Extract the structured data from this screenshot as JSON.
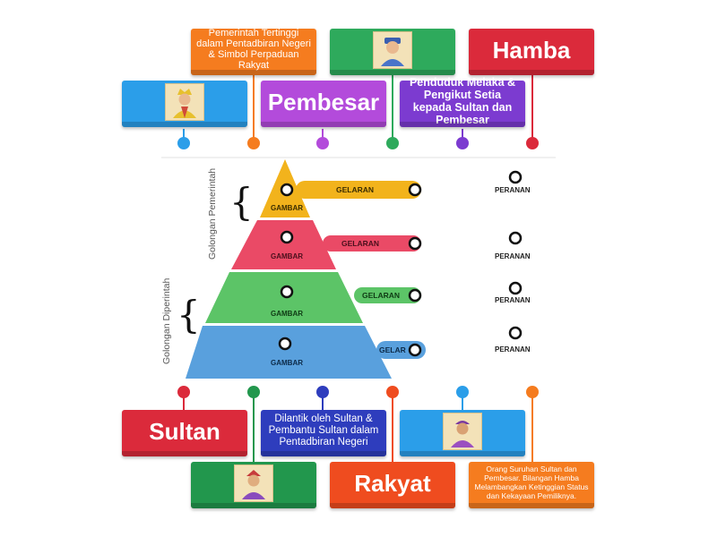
{
  "diagram": {
    "rotated_labels": {
      "golongan_pemerintah": "Golongan Pemerintah",
      "golongan_diperintah": "Golongan Diperintah"
    },
    "pyramid": {
      "gambar_label": "GAMBAR",
      "gelaran_label": "GELARAN",
      "gelaran_partial": "GELAR",
      "peranan_label": "PERANAN",
      "tier_colors": [
        "#f2b31c",
        "#ea4a66",
        "#5cc467",
        "#59a0dd"
      ]
    }
  },
  "tiles": {
    "pemerintah_tertinggi": "Pemerintah Tertinggi dalam Pentadbiran Negeri & Simbol Perpaduan Rakyat",
    "hamba": "Hamba",
    "pembesar": "Pembesar",
    "penduduk_melaka": "Penduduk Melaka & Pengikut Setia kepada Sultan dan Pembesar",
    "sultan": "Sultan",
    "dilantik": "Dilantik oleh Sultan & Pembantu Sultan dalam Pentadbiran Negeri",
    "rakyat": "Rakyat",
    "orang_suruhan": "Orang Suruhan Sultan dan Pembesar. Bilangan Hamba Melambangkan Ketinggian Status dan Kekayaan Pemiliknya."
  },
  "tile_colors": {
    "orange": "#f57c1f",
    "green": "#2eaa5c",
    "red": "#db2a3b",
    "blue": "#2b9ee9",
    "purple": "#b34bdb",
    "violet": "#7c3bd0",
    "navy": "#2e3dbd",
    "red_orange": "#ef4c1f",
    "dark_green": "#22974d"
  }
}
